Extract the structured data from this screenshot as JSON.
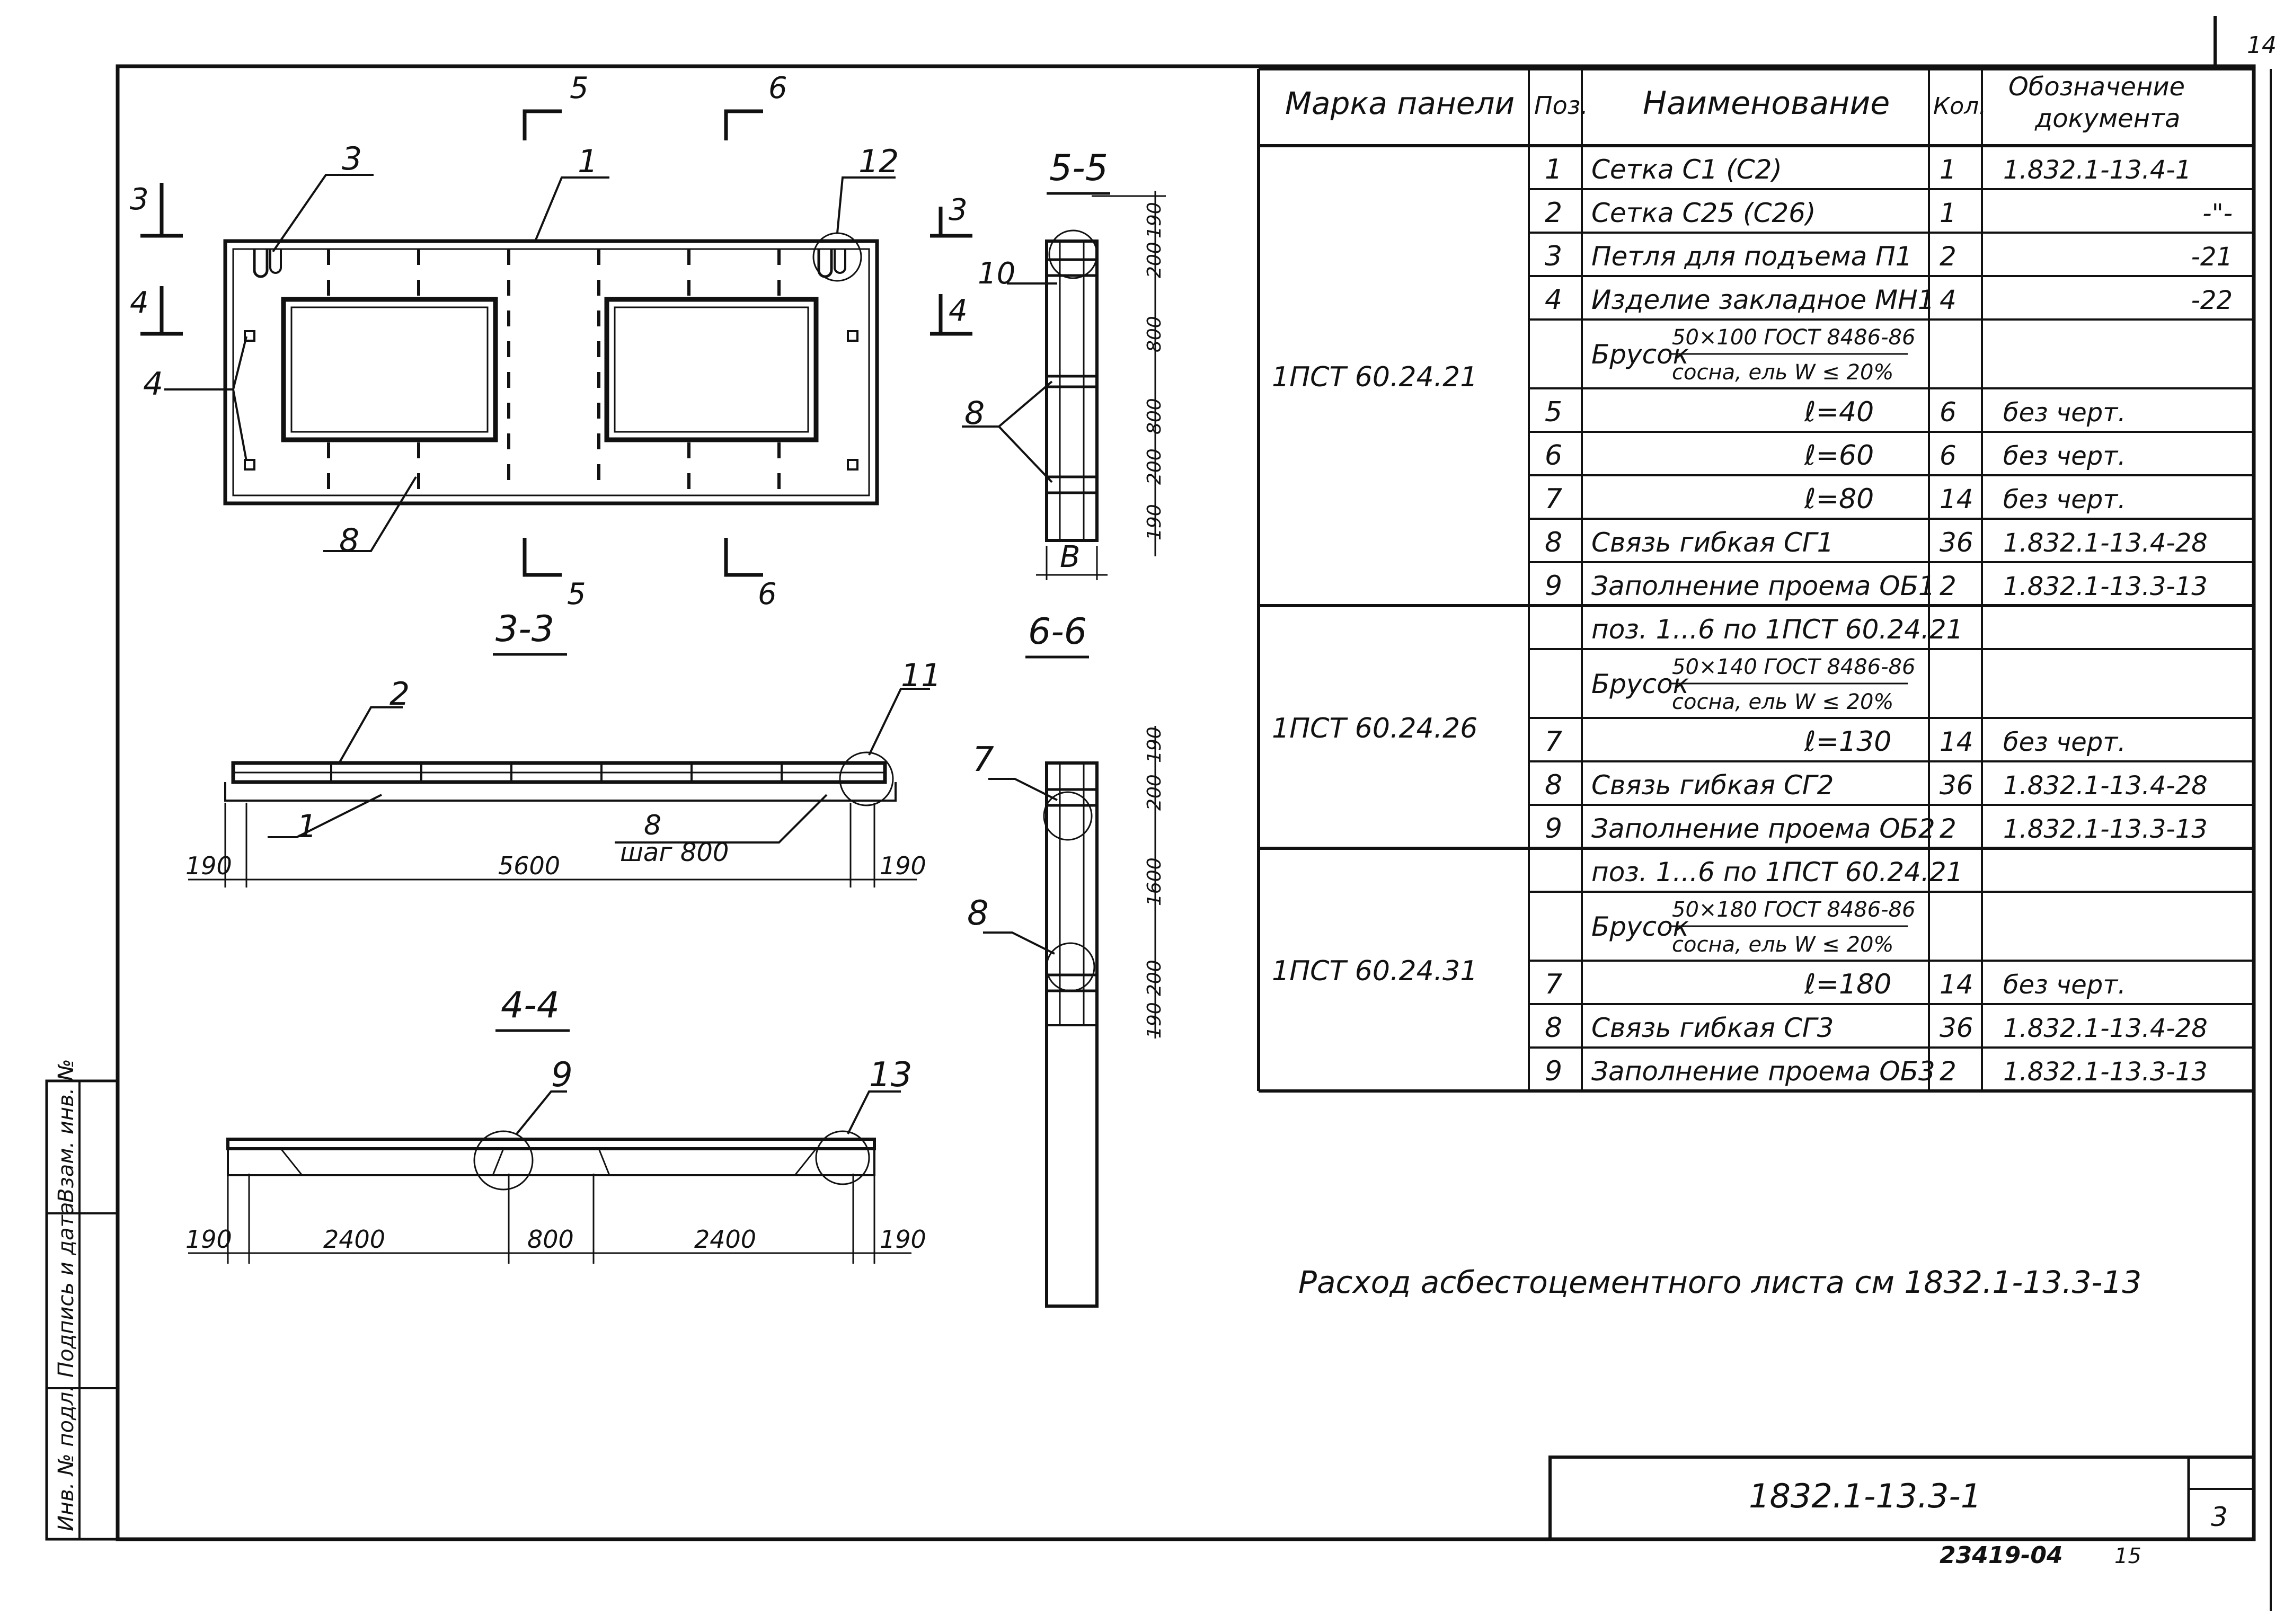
{
  "sheet": {
    "corner_page": "14",
    "page_number": "3",
    "doc_code": "1832.1-13.3-1",
    "bottom_stamp": "23419-04",
    "bottom_stamp_extra": "15",
    "note": "Расход асбестоцементного листа см 1832.1-13.3-13",
    "stamp_labels": [
      "Инв. № подл.",
      "Подпись и дата",
      "Взам. инв. №"
    ]
  },
  "drawing": {
    "sec_cut_5": "5",
    "sec_cut_6": "6",
    "sec_cut_3": "3",
    "sec_cut_4": "4",
    "title_5_5": "5-5",
    "title_6_6": "6-6",
    "title_3_3": "3-3",
    "title_4_4": "4-4",
    "callouts": {
      "c1": "1",
      "c2": "2",
      "c3": "3",
      "c4": "4",
      "c7": "7",
      "c8": "8",
      "c9": "9",
      "c10": "10",
      "c11": "11",
      "c12": "12",
      "c13": "13"
    },
    "dim_3_3": {
      "left": "190",
      "mid": "5600",
      "right": "190",
      "rebar_num": "8",
      "rebar_step": "шаг 800"
    },
    "dim_4_4": {
      "left": "190",
      "a": "2400",
      "b": "800",
      "c": "2400",
      "right": "190"
    },
    "dim_5_5": [
      "190",
      "200",
      "800",
      "800",
      "200",
      "190"
    ],
    "dim_6_6": [
      "190",
      "200",
      "1600",
      "200",
      "190"
    ],
    "width_label": "B"
  },
  "table": {
    "headers": {
      "mark": "Марка панели",
      "pos": "Поз.",
      "name": "Наименование",
      "qty": "Кол.",
      "doc_line1": "Обозначение",
      "doc_line2": "документа"
    },
    "groups": [
      {
        "mark": "1ПСТ 60.24.21",
        "rows": [
          {
            "pos": "1",
            "name": "Сетка С1 (С2)",
            "qty": "1",
            "doc": "1.832.1-13.4-1"
          },
          {
            "pos": "2",
            "name": "Сетка С25 (С26)",
            "qty": "1",
            "doc": "-\"-"
          },
          {
            "pos": "3",
            "name": "Петля для подъема П1",
            "qty": "2",
            "doc": "-21"
          },
          {
            "pos": "4",
            "name": "Изделие закладное МН1",
            "qty": "4",
            "doc": "-22"
          },
          {
            "pos": "",
            "name": "Брусок",
            "frac_top": "50×100 ГОСТ 8486-86",
            "frac_bot": "сосна, ель W ≤ 20%",
            "qty": "",
            "doc": ""
          },
          {
            "pos": "5",
            "name": "ℓ=40",
            "qty": "6",
            "doc": "без черт."
          },
          {
            "pos": "6",
            "name": "ℓ=60",
            "qty": "6",
            "doc": "без черт."
          },
          {
            "pos": "7",
            "name": "ℓ=80",
            "qty": "14",
            "doc": "без черт."
          },
          {
            "pos": "8",
            "name": "Связь гибкая СГ1",
            "qty": "36",
            "doc": "1.832.1-13.4-28"
          },
          {
            "pos": "9",
            "name": "Заполнение проема ОБ1",
            "qty": "2",
            "doc": "1.832.1-13.3-13"
          }
        ]
      },
      {
        "mark": "1ПСТ 60.24.26",
        "rows": [
          {
            "pos": "",
            "name": "поз. 1...6 по 1ПСТ 60.24.21",
            "qty": "",
            "doc": ""
          },
          {
            "pos": "",
            "name": "Брусок",
            "frac_top": "50×140 ГОСТ 8486-86",
            "frac_bot": "сосна, ель W ≤ 20%",
            "qty": "",
            "doc": ""
          },
          {
            "pos": "7",
            "name": "ℓ=130",
            "qty": "14",
            "doc": "без черт."
          },
          {
            "pos": "8",
            "name": "Связь гибкая СГ2",
            "qty": "36",
            "doc": "1.832.1-13.4-28"
          },
          {
            "pos": "9",
            "name": "Заполнение проема ОБ2",
            "qty": "2",
            "doc": "1.832.1-13.3-13"
          }
        ]
      },
      {
        "mark": "1ПСТ 60.24.31",
        "rows": [
          {
            "pos": "",
            "name": "поз. 1...6 по 1ПСТ 60.24.21",
            "qty": "",
            "doc": ""
          },
          {
            "pos": "",
            "name": "Брусок",
            "frac_top": "50×180 ГОСТ 8486-86",
            "frac_bot": "сосна, ель W ≤ 20%",
            "qty": "",
            "doc": ""
          },
          {
            "pos": "7",
            "name": "ℓ=180",
            "qty": "14",
            "doc": "без черт."
          },
          {
            "pos": "8",
            "name": "Связь гибкая СГ3",
            "qty": "36",
            "doc": "1.832.1-13.4-28"
          },
          {
            "pos": "9",
            "name": "Заполнение проема ОБ3",
            "qty": "2",
            "doc": "1.832.1-13.3-13"
          }
        ]
      }
    ]
  }
}
